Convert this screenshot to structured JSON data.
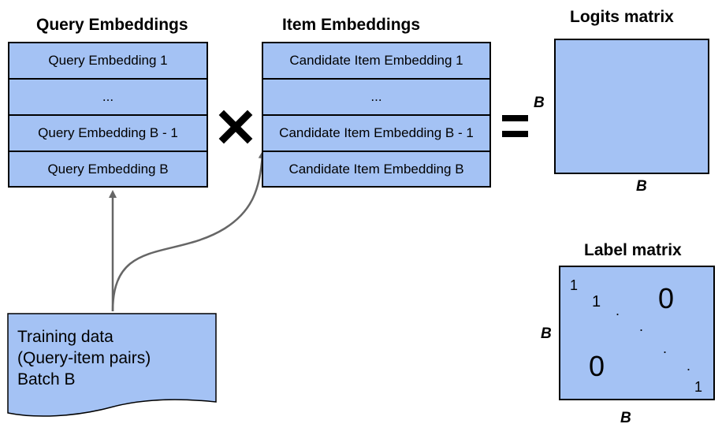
{
  "query_block": {
    "title": "Query Embeddings",
    "rows": [
      "Query Embedding 1",
      "...",
      "Query Embedding B - 1",
      "Query Embedding B"
    ]
  },
  "item_block": {
    "title": "Item Embeddings",
    "rows": [
      "Candidate Item Embedding 1",
      "...",
      "Candidate Item Embedding B - 1",
      "Candidate Item Embedding B"
    ]
  },
  "logits": {
    "title": "Logits matrix",
    "row_dim": "B",
    "col_dim": "B"
  },
  "labels": {
    "title": "Label matrix",
    "row_dim": "B",
    "col_dim": "B",
    "diag_one_a": "1",
    "diag_one_b": "1",
    "diag_one_c": "1",
    "upper_zero": "0",
    "lower_zero": "0",
    "dot": "."
  },
  "training_data": {
    "line1": "Training data",
    "line2": "(Query-item pairs)",
    "line3": "Batch B"
  },
  "operators": {
    "multiply_icon": "multiply-icon",
    "equals_icon": "equals-icon"
  },
  "colors": {
    "fill": "#a4c2f4",
    "arrow": "#666666",
    "outline": "#000000"
  }
}
